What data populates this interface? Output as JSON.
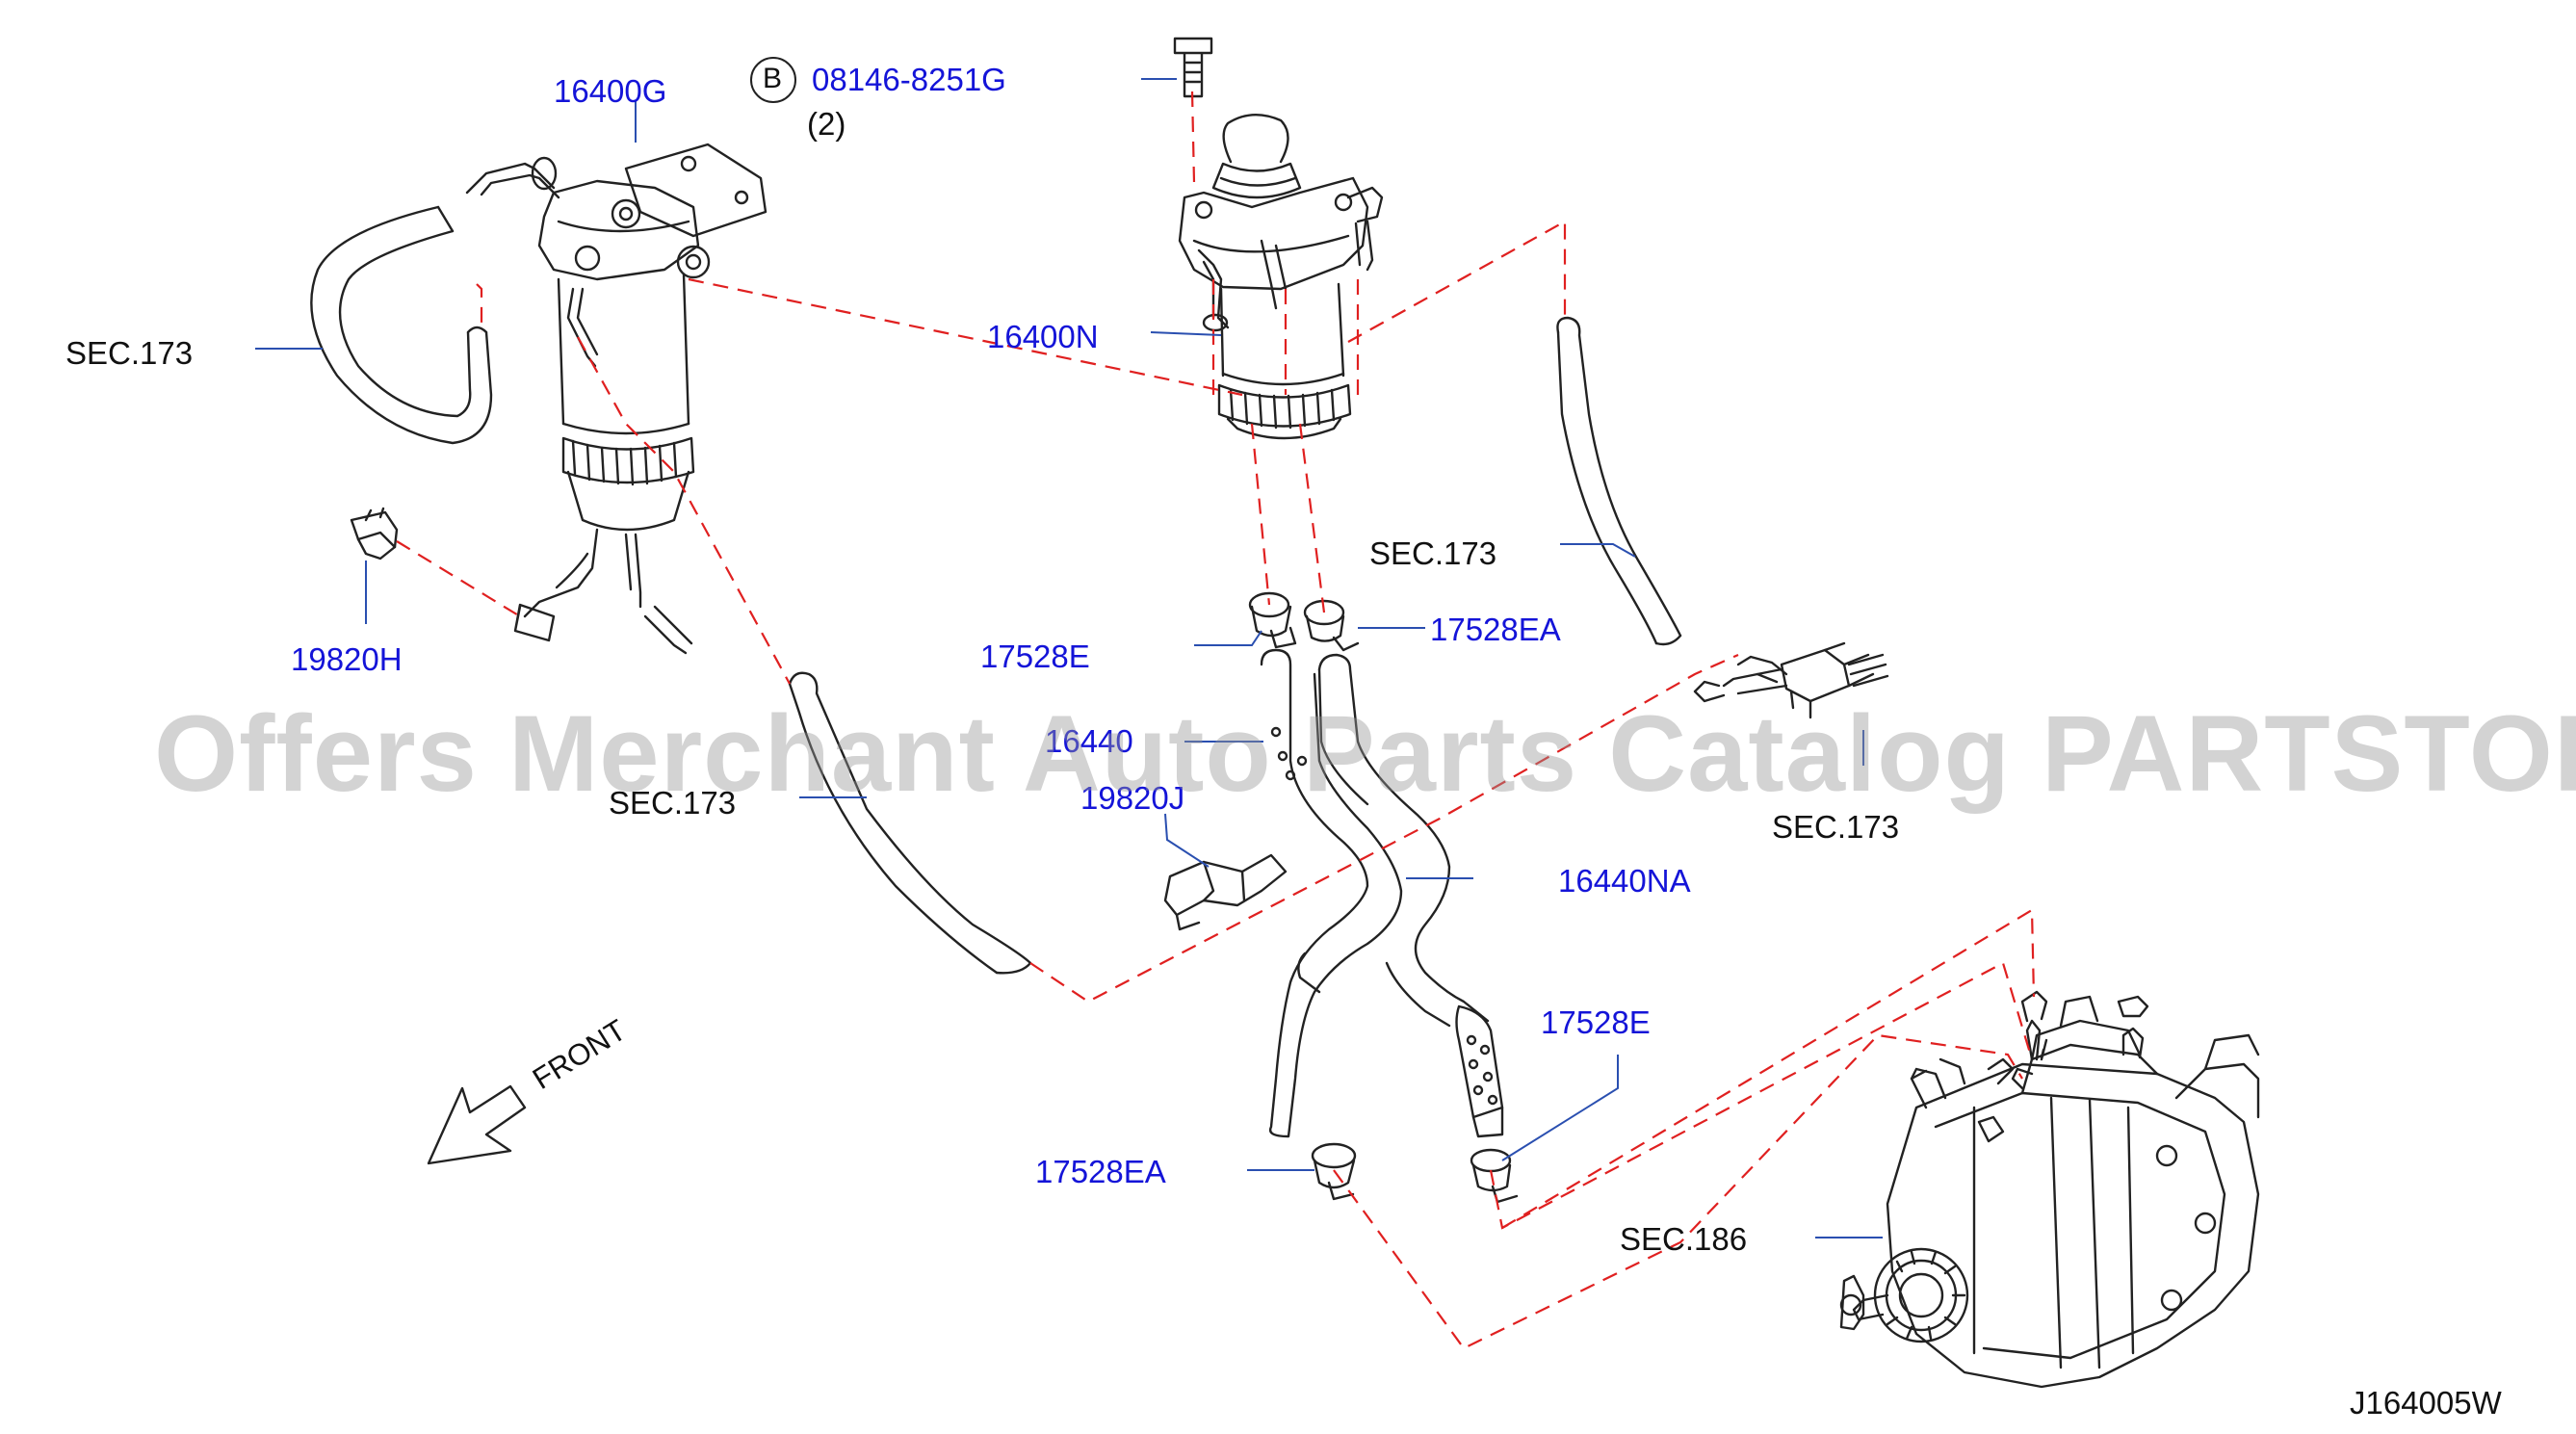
{
  "labels": {
    "l16400G": "16400G",
    "bolt_letter": "B",
    "l08146": "08146-8251G",
    "qty": "(2)",
    "sec173_a": "SEC.173",
    "l16400N": "16400N",
    "l19820H": "19820H",
    "sec173_b": "SEC.173",
    "l17528E_a": "17528E",
    "l17528EA_a": "17528EA",
    "l16440": "16440",
    "l19820J": "19820J",
    "sec173_c": "SEC.173",
    "sec173_d": "SEC.173",
    "l16440NA": "16440NA",
    "front": "FRONT",
    "l17528E_b": "17528E",
    "l17528EA_b": "17528EA",
    "sec186": "SEC.186",
    "code": "J164005W"
  },
  "watermark": "Offers Merchant Auto Parts Catalog PARTSTORE.SA",
  "colors": {
    "part_number": "#1414d8",
    "leader_line": "#2a4fb0",
    "dashed_line": "#e02020",
    "drawing": "#222222"
  }
}
